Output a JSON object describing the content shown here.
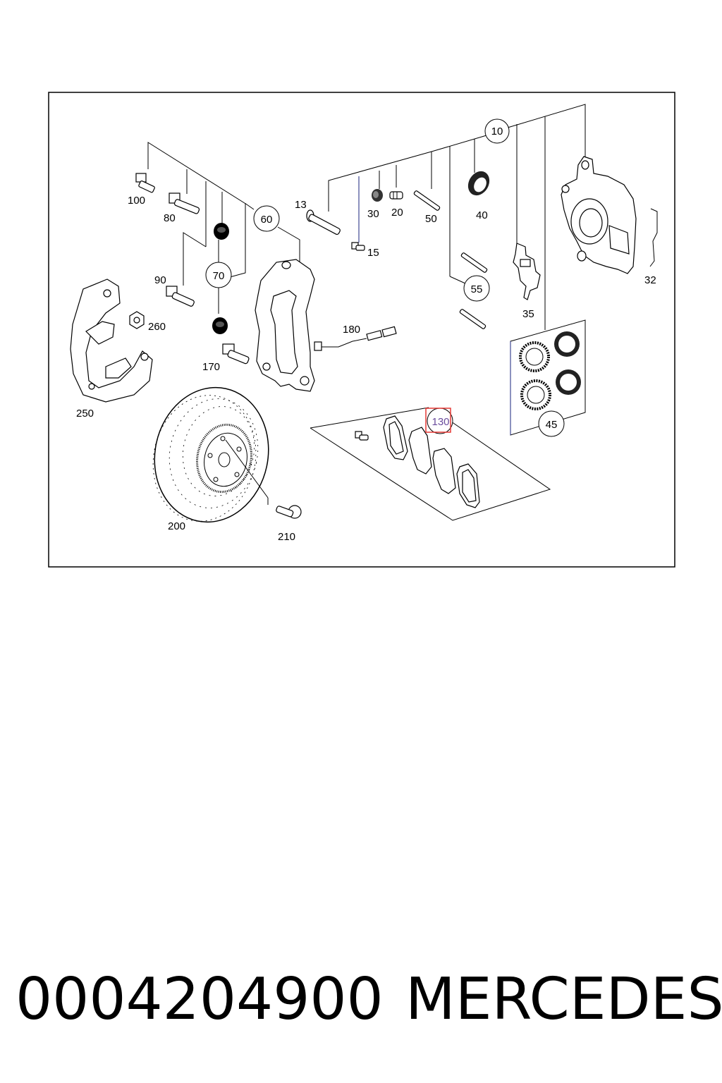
{
  "labels": {
    "l10": "10",
    "l13": "13",
    "l15": "15",
    "l20": "20",
    "l30": "30",
    "l32": "32",
    "l35": "35",
    "l40": "40",
    "l45": "45",
    "l50": "50",
    "l55": "55",
    "l60": "60",
    "l70": "70",
    "l80": "80",
    "l90": "90",
    "l100": "100",
    "l130": "130",
    "l170": "170",
    "l180": "180",
    "l200": "200",
    "l210": "210",
    "l250": "250",
    "l260": "260"
  },
  "highlight_color": "#e53935",
  "footer": {
    "part_number": "0004204900",
    "brand": "MERCEDES"
  }
}
